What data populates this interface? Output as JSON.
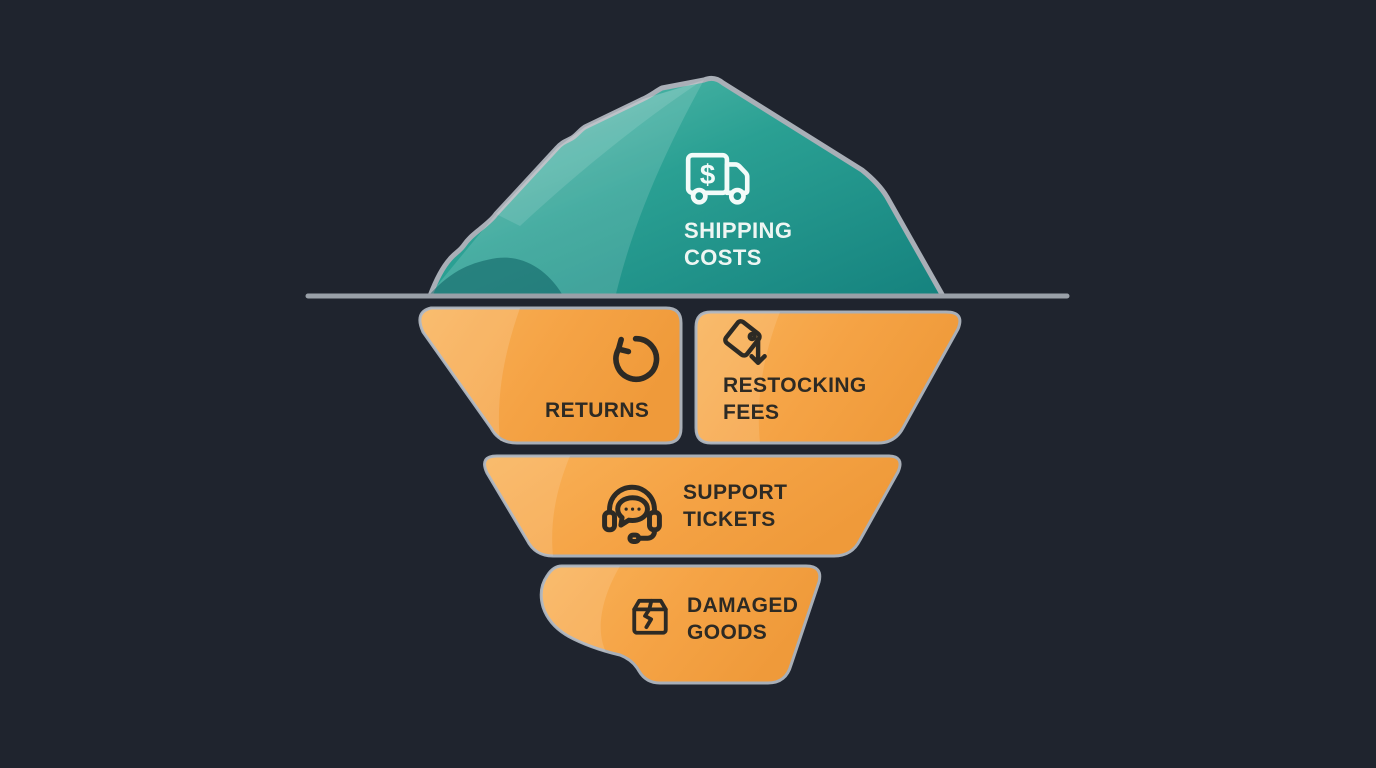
{
  "diagram": {
    "type": "iceberg-cost-infographic",
    "background_color": "#1f242e",
    "waterline_color": "#99a0a8",
    "outline_color": "#a9afb7",
    "above_waterline": {
      "id": "shipping-costs",
      "label": "SHIPPING\nCOSTS",
      "icon": "shipping-truck-dollar-icon",
      "fill_color": "#2aa093",
      "text_color": "#eef6f3"
    },
    "below_waterline": [
      {
        "id": "returns",
        "label": "RETURNS",
        "icon": "return-arrow-icon",
        "fill_color": "#f5a345",
        "text_color": "#2d2a24"
      },
      {
        "id": "restocking-fees",
        "label": "RESTOCKING\nFEES",
        "icon": "price-tag-down-arrow-icon",
        "fill_color": "#f5a345",
        "text_color": "#2d2a24"
      },
      {
        "id": "support-tickets",
        "label": "SUPPORT\nTICKETS",
        "icon": "headset-chat-icon",
        "fill_color": "#f5a345",
        "text_color": "#2d2a24"
      },
      {
        "id": "damaged-goods",
        "label": "DAMAGED\nGOODS",
        "icon": "damaged-box-icon",
        "fill_color": "#f5a345",
        "text_color": "#2d2a24"
      }
    ]
  }
}
